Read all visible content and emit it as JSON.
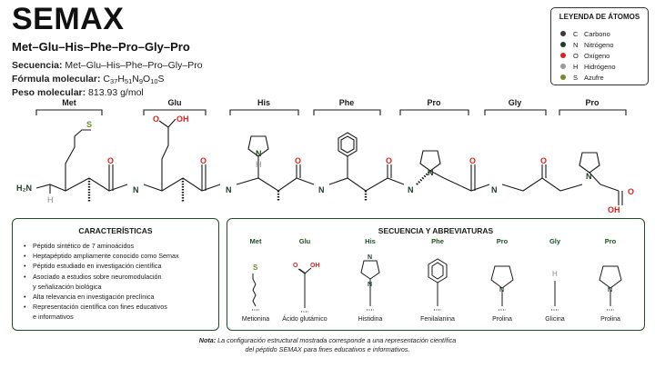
{
  "title": "SEMAX",
  "subtitle": "Met–Glu–His–Phe–Pro–Gly–Pro",
  "sequence": {
    "label": "Secuencia:",
    "value": "Met–Glu–His–Phe–Pro–Gly–Pro"
  },
  "formula": {
    "label": "Fórmula molecular:",
    "parts": [
      "C",
      "37",
      "H",
      "51",
      "N",
      "9",
      "O",
      "10",
      "S"
    ]
  },
  "weight": {
    "label": "Peso molecular:",
    "value": "813.93 g/mol"
  },
  "legend": {
    "title": "LEYENDA DE ÁTOMOS",
    "items": [
      {
        "symbol": "C",
        "name": "Carbono",
        "color": "#3a3a3a"
      },
      {
        "symbol": "N",
        "name": "Nitrógeno",
        "color": "#1d3d24"
      },
      {
        "symbol": "O",
        "name": "Oxígeno",
        "color": "#e0201d"
      },
      {
        "symbol": "H",
        "name": "Hidrógeno",
        "color": "#9a9a9a"
      },
      {
        "symbol": "S",
        "name": "Azufre",
        "color": "#6b8e2a"
      }
    ]
  },
  "residues": [
    "Met",
    "Glu",
    "His",
    "Phe",
    "Pro",
    "Gly",
    "Pro"
  ],
  "atoms": {
    "n_terminus": "H₂N",
    "h": "H",
    "n": "N",
    "o": "O",
    "oh": "OH",
    "s": "S",
    "nh": "N",
    "cooh_top": "O",
    "cooh_oh": "OH",
    "glu_cooh": "OH"
  },
  "characteristics": {
    "title": "CARACTERÍSTICAS",
    "items": [
      "Péptido sintético de 7 aminoácidos",
      "Heptapéptido ampliamente conocido como Semax",
      "Péptido estudiado en investigación científica",
      "Asociado a estudios sobre neuromodulación",
      "y señalización biológica",
      "Alta relevancia en investigación preclínica",
      "Representación científica con fines educativos",
      "e informativos"
    ]
  },
  "abbreviations": {
    "title": "SECUENCIA Y ABREVIATURAS",
    "items": [
      {
        "code": "Met",
        "name": "Metionina"
      },
      {
        "code": "Glu",
        "name": "Ácido glutámico"
      },
      {
        "code": "His",
        "name": "Histidina"
      },
      {
        "code": "Phe",
        "name": "Fenilalanina"
      },
      {
        "code": "Pro",
        "name": "Prolina"
      },
      {
        "code": "Gly",
        "name": "Glicina"
      },
      {
        "code": "Pro",
        "name": "Prolina"
      }
    ],
    "atoms": {
      "s": "S",
      "oh": "OH",
      "o": "O",
      "n": "N",
      "h": "H"
    }
  },
  "note": {
    "label": "Nota:",
    "line1": "La configuración estructural mostrada corresponde a una representación científica",
    "line2": "del péptido SEMAX para fines educativos e informativos."
  },
  "colors": {
    "nitrogen": "#1d3d24",
    "oxygen": "#e0201d",
    "hydrogen": "#8a8a8a",
    "sulfur": "#6b8e2a",
    "bond": "#1a1a1a",
    "frame": "#1f4d2a"
  }
}
